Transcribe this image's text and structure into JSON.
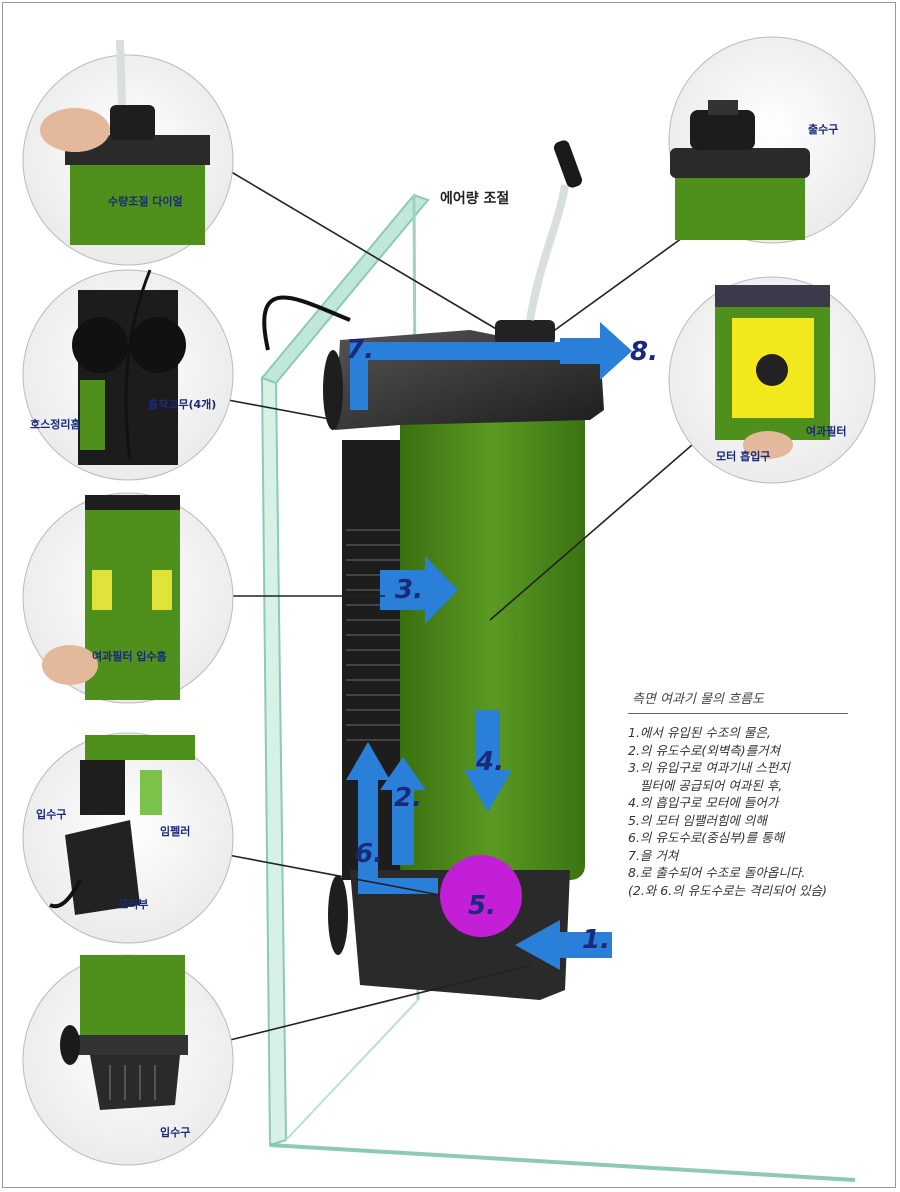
{
  "labels": {
    "air_control": "에어량 조절",
    "flow_dial": "수량조절 다이얼",
    "outlet_top": "출수구",
    "suction_cups": "흡착고무(4개)",
    "hose_holder": "호스정리홈",
    "filter_sponge": "여과필터",
    "motor_intake": "모터 흡입구",
    "filter_inlet": "여과필터 입수홈",
    "inlet_mid": "입수구",
    "impeller": "임펠러",
    "motor_unit": "모터부",
    "inlet_bottom": "입수구"
  },
  "steps": {
    "s1": "1.",
    "s2": "2.",
    "s3": "3.",
    "s4": "4.",
    "s5": "5.",
    "s6": "6.",
    "s7": "7.",
    "s8": "8."
  },
  "legend": {
    "title": "측면 여과기 물의 흐름도",
    "lines": [
      "1.에서 유입된 수조의 물은,",
      "2.의 유도수로(외벽측)를거쳐",
      "3.의 유입구로 여과기내 스펀지",
      "   필터에 공급되어 여과된 후,",
      "4.의 흡입구로 모터에 들어가",
      "5.의 모터 임팰러힘에 의해",
      "6.의 유도수로(중심부)를 통해",
      "7.을 거쳐",
      "8.로 출수되어 수조로 돌아옵니다.",
      "(2.와 6.의 유도수로는 격리되어 있슴)"
    ]
  },
  "colors": {
    "arrow": "#2a7fd8",
    "filter_green": "#4f8f1c",
    "impeller_circle": "#c21fd6",
    "glass": "#9fd6c3",
    "housing": "#2b2b2b"
  }
}
